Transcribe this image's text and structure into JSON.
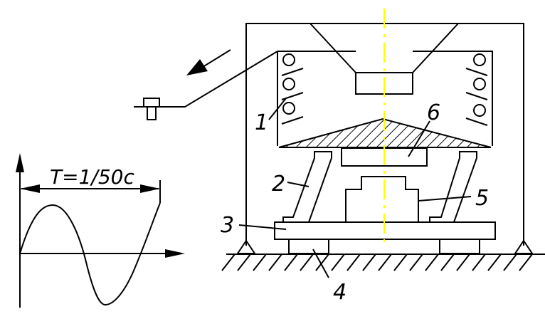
{
  "labels": {
    "spring": "1",
    "plate_spring": "2",
    "base_plate": "3",
    "support": "4",
    "load": "5",
    "anvil": "6"
  },
  "graph": {
    "period_label": "T=1/50c"
  },
  "colors": {
    "axis_line": "#ffff00",
    "ink": "#000000",
    "background": "#ffffff"
  },
  "icons": {
    "direction": "arrow-icon",
    "connector": "terminal-icon"
  }
}
